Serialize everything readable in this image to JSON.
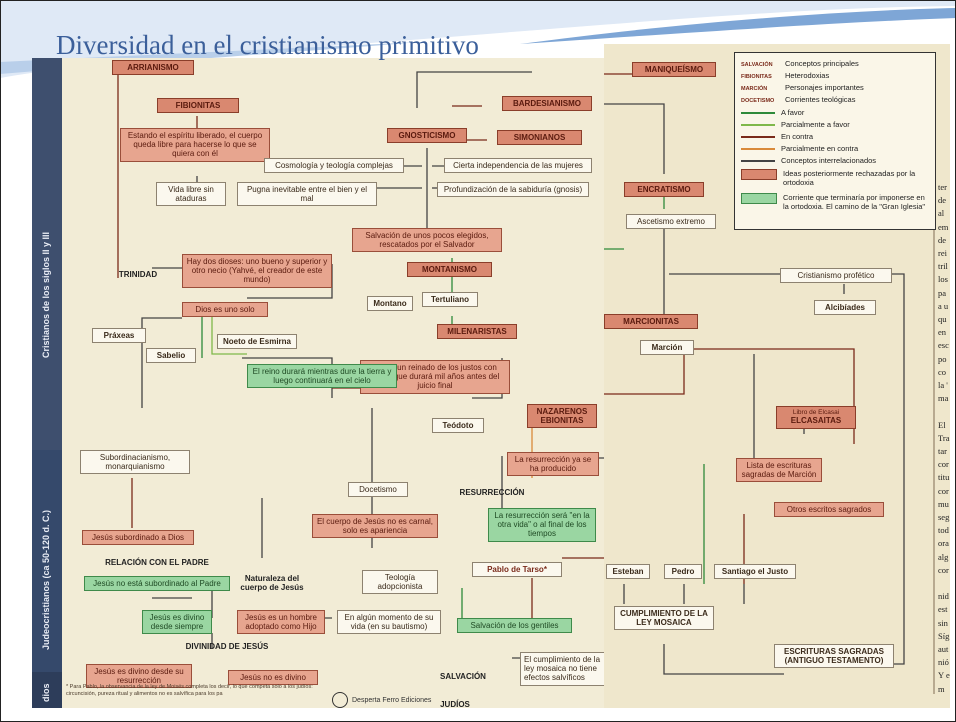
{
  "slide": {
    "title": "Diversidad en el cristianismo primitivo"
  },
  "bands": {
    "upper": "Cristianos de los siglos II y III",
    "lower": "Judeocristianos (ca 50-120 d. C.)",
    "bottom": "dios"
  },
  "left_nodes": {
    "arrianismo": "ARRIANISMO",
    "fibionitas": "FIBIONITAS",
    "bardesianismo": "BARDESIANISMO",
    "gnosticismo": "GNOSTICISMO",
    "simonianos": "SIMONIANOS",
    "espiritu": "Estando el espíritu liberado, el cuerpo queda libre para hacerse lo que se quiera con él",
    "cosmologia": "Cosmología y teología complejas",
    "independencia": "Cierta independencia de las mujeres",
    "vida_libre": "Vida libre sin ataduras",
    "pugna": "Pugna inevitable entre el bien y el mal",
    "profundizacion": "Profundización de la sabiduría (gnosis)",
    "salvacion_pocos": "Salvación de unos pocos elegidos, rescatados por el Salvador",
    "trinidad": "TRINIDAD",
    "dos_dioses": "Hay dos dioses: uno bueno y superior y otro necio (Yahvé, el creador de este mundo)",
    "montanismo": "MONTANISMO",
    "montano": "Montano",
    "tertuliano": "Tertuliano",
    "dios_uno": "Dios es uno solo",
    "praxeas": "Práxeas",
    "sabelio": "Sabelio",
    "noeto": "Noeto de Esmirna",
    "milenaristas": "MILENARISTAS",
    "reino": "El reino durará mientras dure la tierra y luego continuará en el cielo",
    "reinado": "Habrá un reinado de los justos con Cristo que durará mil años antes del juicio final",
    "teodoto": "Teódoto",
    "nazarenos": "NAZARENOS EBIONITAS",
    "subordinacianismo": "Subordinacianismo, monarquianismo",
    "docetismo": "Docetismo",
    "resurreccion_ya": "La resurrección ya se ha producido",
    "resurreccion": "RESURRECCIÓN",
    "jesus_subordinado": "Jesús subordinado a Dios",
    "cuerpo_carnal": "El cuerpo de Jesús no es carnal, solo es apariencia",
    "relacion_padre": "RELACIÓN CON EL PADRE",
    "resurreccion_otra": "La resurrección será \"en la otra vida\" o al final de los tiempos",
    "no_subordinado": "Jesús no está subordinado al Padre",
    "naturaleza": "Naturaleza del cuerpo de Jesús",
    "teologia_adop": "Teología adopcionista",
    "pablo": "Pablo de Tarso*",
    "divino_siempre": "Jesús es divino desde siempre",
    "hombre_adoptado": "Jesús es un hombre adoptado como Hijo",
    "momento_vida": "En algún momento de su vida (en su bautismo)",
    "salvacion_gentiles": "Salvación de los gentiles",
    "divinidad": "DIVINIDAD DE JESÚS",
    "cumplimiento_ley": "El cumplimiento de la ley mosaica no tiene efectos salvíficos",
    "divino_resurreccion": "Jesús es divino desde su resurrección",
    "no_divino": "Jesús no es divino",
    "salvacion": "SALVACIÓN",
    "judios": "JUDÍOS",
    "footnote": "* Para Pablo, la observancia de la ley de Moisés completa los decir, lo que competa solo a los judíos: circuncisión, pureza ritual y alimentos no es salvífica para los pa",
    "copyright": "Desperta Ferro Ediciones"
  },
  "right_nodes": {
    "maniqueismo": "MANIQUEÍSMO",
    "encratismo": "ENCRATISMO",
    "ascetismo": "Ascetismo extremo",
    "cristianismo_profetico": "Cristianismo profético",
    "alcibiades": "Alcibíades",
    "marcionitas": "MARCIONITAS",
    "marcion": "Marción",
    "libro_elcasai": "Libro de Elcasai",
    "elcasaitas": "ELCASAITAS",
    "lista_escrituras": "Lista de escrituras sagradas de Marción",
    "otros_escritos": "Otros escritos sagrados",
    "esteban": "Esteban",
    "pedro": "Pedro",
    "santiago": "Santiago el Justo",
    "cumplimiento": "CUMPLIMIENTO DE LA LEY MOSAICA",
    "escrituras": "ESCRITURAS SAGRADAS (ANTIGUO TESTAMENTO)"
  },
  "legend": {
    "rows": [
      {
        "key": "Salvación",
        "label": "Conceptos principales"
      },
      {
        "key": "Fibionitas",
        "label": "Heterodoxias"
      },
      {
        "key": "Marción",
        "label": "Personajes importantes"
      },
      {
        "key": "Docetismo",
        "label": "Corrientes teológicas"
      },
      {
        "key": "",
        "label": "A favor",
        "color": "#2e8a3a"
      },
      {
        "key": "",
        "label": "Parcialmente a favor",
        "color": "#7fb84a"
      },
      {
        "key": "",
        "label": "En contra",
        "color": "#7a2a1a"
      },
      {
        "key": "",
        "label": "Parcialmente en contra",
        "color": "#d98a3a"
      },
      {
        "key": "",
        "label": "Conceptos interrelacionados",
        "color": "#444444"
      },
      {
        "key": "",
        "label": "Ideas posteriormente rechazadas por la ortodoxia",
        "color": "#d98870"
      },
      {
        "key": "",
        "label": "Corriente que terminaría por imponerse en la ortodoxia. El camino de la \"Gran Iglesia\"",
        "color": "#9ad6a2"
      }
    ]
  },
  "right_text": {
    "lines": [
      "ter",
      "de",
      "al",
      "em",
      "de",
      "rei",
      "tril",
      "los",
      "pa",
      "a u",
      "qu",
      "en",
      "esc",
      "po",
      "co",
      "la '",
      "ma",
      "",
      "El",
      "Tra",
      "tar",
      "cor",
      "titu",
      "cor",
      "mu",
      "seg",
      "tod",
      "ora",
      "alg",
      "cor",
      "",
      "nid",
      "est",
      "sin",
      "Síg",
      "aut",
      "nió",
      "Y e",
      "m"
    ]
  }
}
